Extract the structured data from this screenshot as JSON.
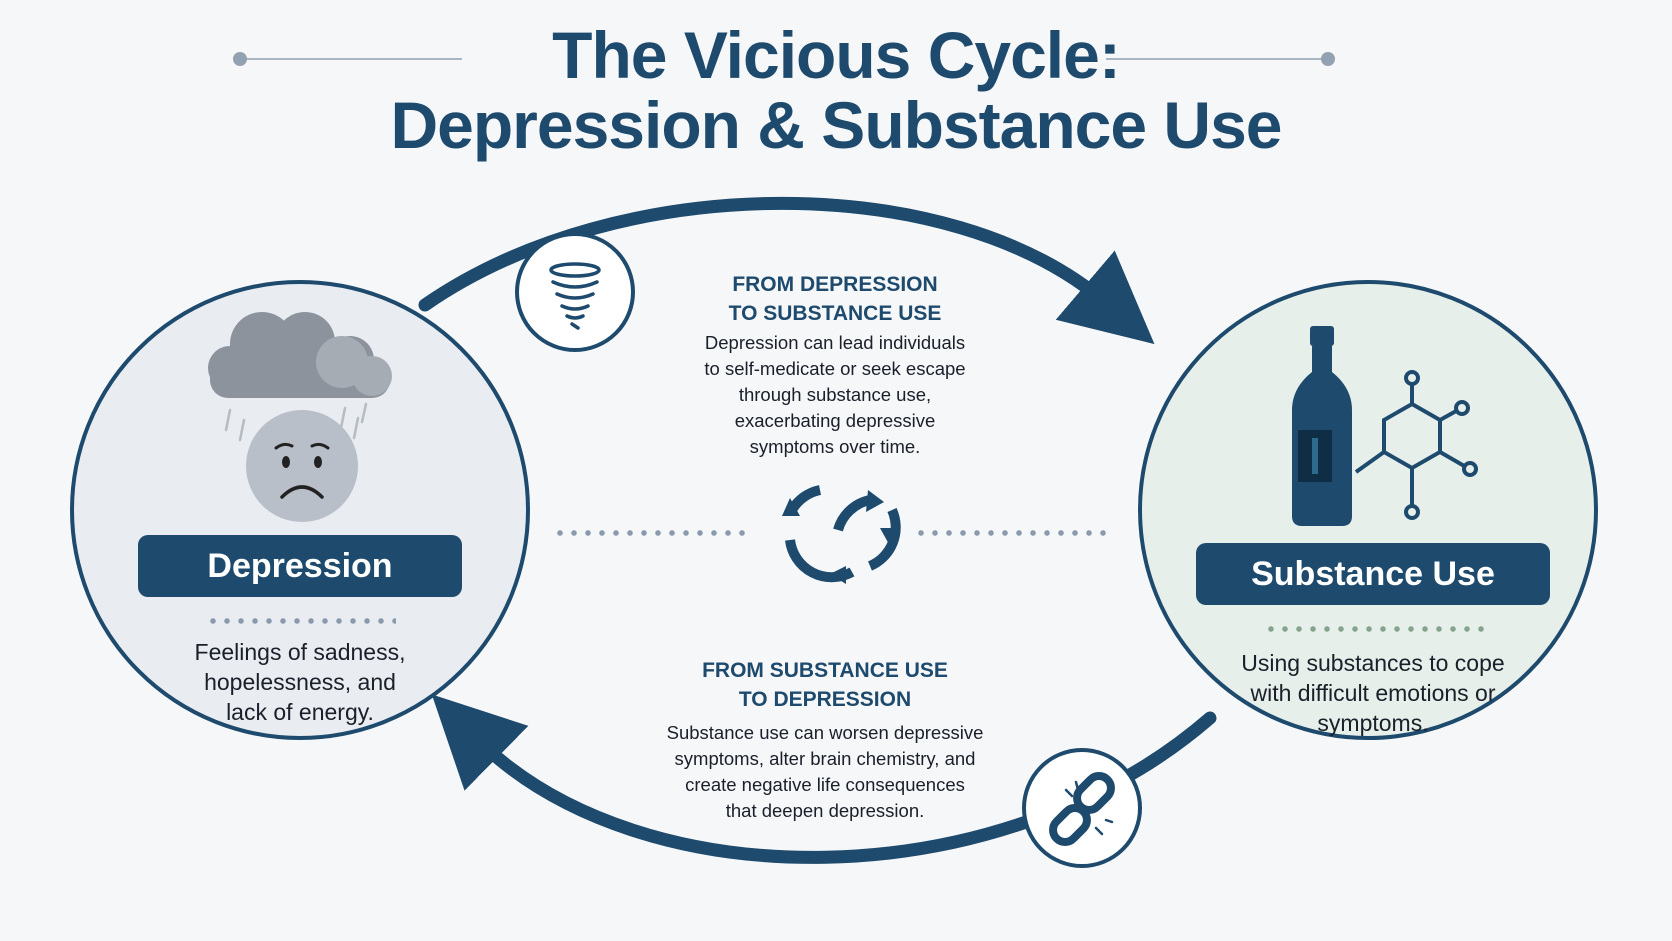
{
  "title": {
    "line1": "The Vicious Cycle:",
    "line2": "Depression & Substance Use"
  },
  "nodes": {
    "depression": {
      "label": "Depression",
      "description": "Feelings of sadness, hopelessness, and lack of energy.",
      "icons": [
        "rain-cloud-icon",
        "sad-face-icon"
      ]
    },
    "substance": {
      "label": "Substance Use",
      "description": "Using substances to cope with difficult emotions or symptoms.",
      "icons": [
        "bottle-icon",
        "molecule-icon"
      ]
    }
  },
  "flows": {
    "dep_to_sub": {
      "heading": "FROM DEPRESSION\nTO SUBSTANCE USE",
      "text": "Depression can lead individuals\nto self-medicate or seek escape\nthrough substance use,\nexacerbating depressive\nsymptoms over time.",
      "icon": "tornado-icon"
    },
    "sub_to_dep": {
      "heading": "FROM SUBSTANCE USE\nTO DEPRESSION",
      "text": "Substance use can worsen depressive\nsymptoms, alter brain chemistry, and\ncreate negative life consequences\nthat deepen depression.",
      "icon": "broken-chain-icon"
    }
  },
  "center_icon": "cycle-arrows-icon",
  "colors": {
    "primary": "#1d4a6d",
    "depression_fill": "#e9ecf1",
    "substance_fill": "#e7efea",
    "background": "#f6f7f9",
    "dotted_green": "#86a38d"
  }
}
